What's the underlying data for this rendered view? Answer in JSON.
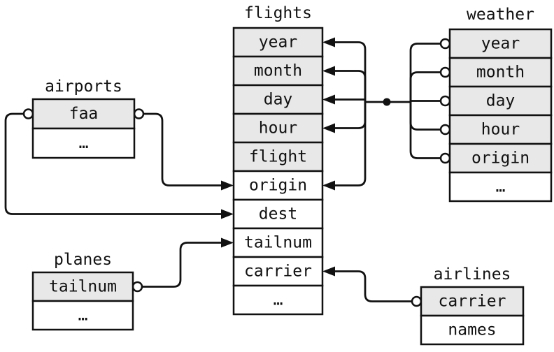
{
  "colors": {
    "background": "#ffffff",
    "line": "#111111",
    "text": "#111111",
    "key_row_fill": "#e8e8e8",
    "row_fill": "#ffffff"
  },
  "tables": {
    "flights": {
      "title": "flights",
      "rows": [
        {
          "label": "year",
          "key": true
        },
        {
          "label": "month",
          "key": true
        },
        {
          "label": "day",
          "key": true
        },
        {
          "label": "hour",
          "key": true
        },
        {
          "label": "flight",
          "key": true
        },
        {
          "label": "origin",
          "key": false
        },
        {
          "label": "dest",
          "key": false
        },
        {
          "label": "tailnum",
          "key": false
        },
        {
          "label": "carrier",
          "key": false
        },
        {
          "label": "…",
          "key": false
        }
      ]
    },
    "weather": {
      "title": "weather",
      "rows": [
        {
          "label": "year",
          "key": true
        },
        {
          "label": "month",
          "key": true
        },
        {
          "label": "day",
          "key": true
        },
        {
          "label": "hour",
          "key": true
        },
        {
          "label": "origin",
          "key": true
        },
        {
          "label": "…",
          "key": false
        }
      ]
    },
    "airports": {
      "title": "airports",
      "rows": [
        {
          "label": "faa",
          "key": true
        },
        {
          "label": "…",
          "key": false
        }
      ]
    },
    "planes": {
      "title": "planes",
      "rows": [
        {
          "label": "tailnum",
          "key": true
        },
        {
          "label": "…",
          "key": false
        }
      ]
    },
    "airlines": {
      "title": "airlines",
      "rows": [
        {
          "label": "carrier",
          "key": true
        },
        {
          "label": "names",
          "key": false
        }
      ]
    }
  },
  "relationships": [
    {
      "from": "weather.year",
      "to": "flights.year"
    },
    {
      "from": "weather.month",
      "to": "flights.month"
    },
    {
      "from": "weather.day",
      "to": "flights.day"
    },
    {
      "from": "weather.hour",
      "to": "flights.hour"
    },
    {
      "from": "weather.origin",
      "to": "flights.origin"
    },
    {
      "from": "airports.faa",
      "to": "flights.origin"
    },
    {
      "from": "airports.faa",
      "to": "flights.dest"
    },
    {
      "from": "planes.tailnum",
      "to": "flights.tailnum"
    },
    {
      "from": "airlines.carrier",
      "to": "flights.carrier"
    }
  ]
}
